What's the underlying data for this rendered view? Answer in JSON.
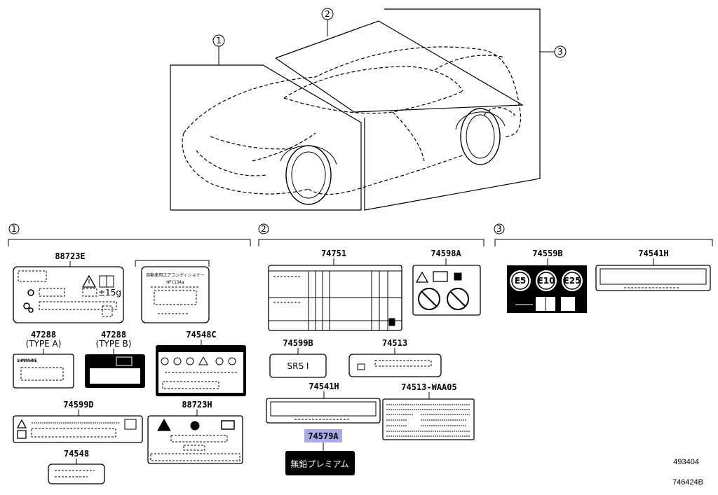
{
  "callouts": {
    "c1": "1",
    "c2": "2",
    "c3": "3"
  },
  "groups": {
    "g1": "1",
    "g2": "2",
    "g3": "3"
  },
  "parts": {
    "p88723E": "88723E",
    "p47288a": "47288",
    "p47288a_type": "(TYPE A)",
    "p47288b": "47288",
    "p47288b_type": "(TYPE B)",
    "p74548C": "74548C",
    "p74599D": "74599D",
    "p88723H": "88723H",
    "p74548": "74548",
    "p74751": "74751",
    "p74598A": "74598A",
    "p74599B": "74599B",
    "p74513": "74513",
    "p74541H_2": "74541H",
    "p74513WAA05": "74513-WAA05",
    "p74579A": "74579A",
    "p74559B": "74559B",
    "p74541H_3": "74541H"
  },
  "label_text": {
    "refrigerant_amount": "±15g",
    "ac_title": "自動車用エアコンディショナー",
    "ac_refrigerant": "HFC134a",
    "type_a_header": "SHMMAHNE",
    "srs": "SRS I",
    "fuel_premium": "無鉛プレミアム",
    "fuel_e5": "E5",
    "fuel_e10": "E10",
    "fuel_e25": "E25"
  },
  "highlight_color": "#a9a9e8",
  "footer": {
    "ref1": "493404",
    "ref2": "746424B"
  }
}
